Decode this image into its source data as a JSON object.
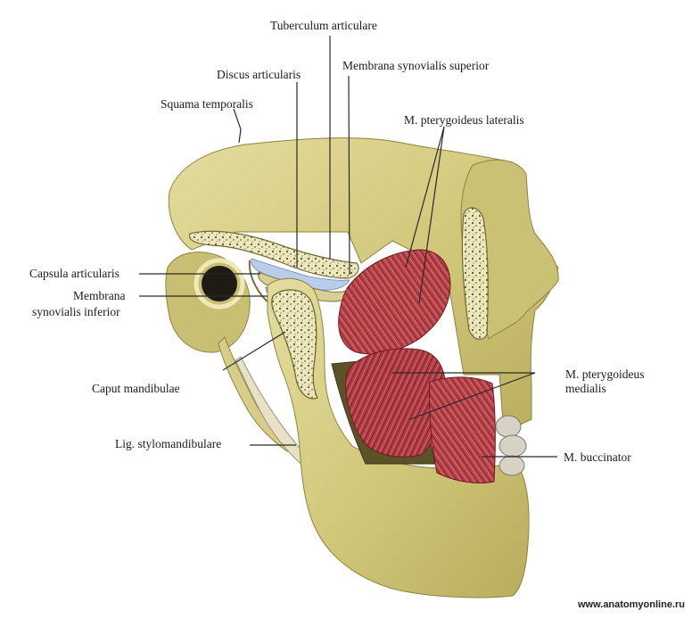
{
  "labels": {
    "tuberculum_articulare": "Tuberculum articulare",
    "discus_articularis": "Discus articularis",
    "membrana_synovialis_superior": "Membrana synovialis superior",
    "squama_temporalis": "Squama temporalis",
    "m_pterygoideus_lateralis": "M. pterygoideus  lateralis",
    "capsula_articularis": "Capsula articularis",
    "membrana_synovialis_inferior_1": "Membrana",
    "membrana_synovialis_inferior_2": "synovialis inferior",
    "caput_mandibulae": "Caput mandibulae",
    "m_pterygoideus_medialis_1": "M. pterygoideus",
    "m_pterygoideus_medialis_2": "medialis",
    "lig_stylomandibulare": "Lig. stylomandibulare",
    "m_buccinator": "M. buccinator"
  },
  "watermark": "www.anatomyonline.ru",
  "colors": {
    "bone": "#d9d089",
    "bone_dark": "#a79d4d",
    "spongy_bone": "#e8e3b5",
    "muscle": "#b8434a",
    "muscle_dark": "#7e1f28",
    "synovial": "#b9cdea",
    "leader": "#2a2a2a"
  }
}
